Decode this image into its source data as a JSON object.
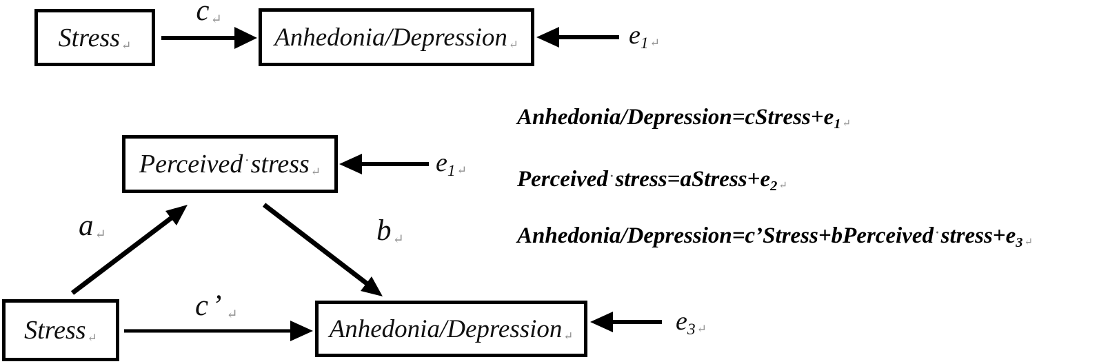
{
  "figure": {
    "background": "#ffffff",
    "ink_color": "#000000",
    "formatting_mark_color": "#909090"
  },
  "marks": {
    "paragraph": "↵",
    "space_dot": "·"
  },
  "simple_model": {
    "stress_label": "Stress",
    "outcome_label": "Anhedonia/Depression",
    "path_c": "c",
    "error": {
      "base": "e",
      "sub": "1"
    }
  },
  "mediation_model": {
    "mediator": {
      "word1": "Perceived",
      "word2": "stress"
    },
    "stress_label": "Stress",
    "outcome_label": "Anhedonia/Depression",
    "path_a": "a",
    "path_b": "b",
    "path_c_prime": "c’",
    "mediator_error": {
      "base": "e",
      "sub": "1"
    },
    "outcome_error": {
      "base": "e",
      "sub": "3"
    }
  },
  "equations": {
    "eq1": {
      "pre": "Anhedonia/Depression=cStress+e",
      "sub": "1"
    },
    "eq2": {
      "word1": "Perceived",
      "word2": "stress=aStress+e",
      "sub": "2"
    },
    "eq3": {
      "pre": "Anhedonia/Depression=c’Stress+bPerceived",
      "post": "stress+e",
      "sub": "3"
    }
  }
}
